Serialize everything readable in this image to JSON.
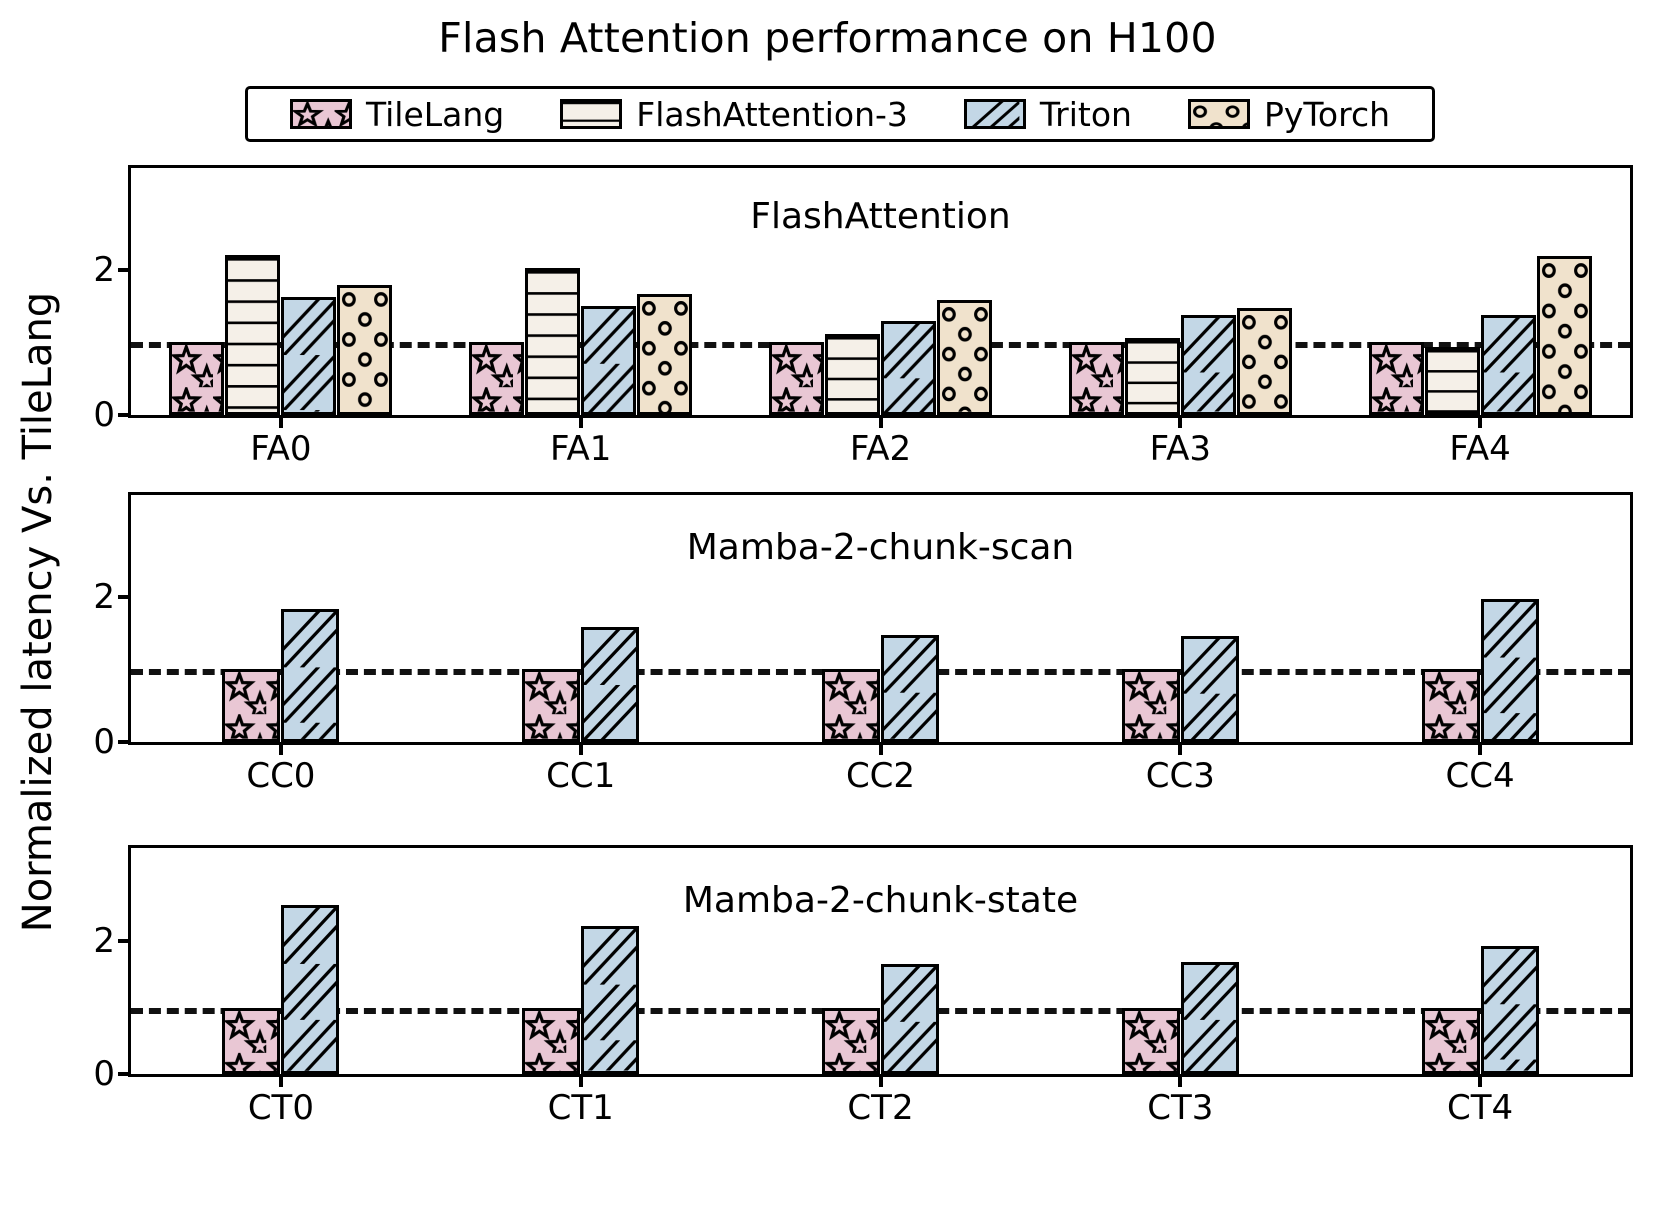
{
  "title": "Flash Attention performance on H100",
  "axis": {
    "ylabel": "Normalized latency Vs. TileLang",
    "yticks": [
      "0",
      "2"
    ],
    "baseline_value": 1.0
  },
  "legend": {
    "items": [
      {
        "label": "TileLang",
        "color": "#e9c7d4",
        "hatch": "star"
      },
      {
        "label": "FlashAttention-3",
        "color": "#f5f0e8",
        "hatch": "hline"
      },
      {
        "label": "Triton",
        "color": "#c3d7e6",
        "hatch": "diag"
      },
      {
        "label": "PyTorch",
        "color": "#f0e2cc",
        "hatch": "dots"
      }
    ]
  },
  "chart_data": [
    {
      "type": "bar",
      "title": "FlashAttention",
      "xlabel": "",
      "ylabel": "Normalized latency Vs. TileLang",
      "categories": [
        "FA0",
        "FA1",
        "FA2",
        "FA3",
        "FA4"
      ],
      "ylim": [
        0,
        3.4
      ],
      "yticks": [
        0,
        2
      ],
      "grid": false,
      "legend_position": "figure-top",
      "baseline": 1.0,
      "series": [
        {
          "name": "TileLang",
          "color": "#e9c7d4",
          "hatch": "star",
          "values": [
            1.0,
            1.0,
            1.0,
            1.0,
            1.0
          ]
        },
        {
          "name": "FlashAttention-3",
          "color": "#f5f0e8",
          "hatch": "hline",
          "values": [
            2.2,
            2.02,
            1.11,
            1.06,
            0.94
          ]
        },
        {
          "name": "Triton",
          "color": "#c3d7e6",
          "hatch": "diag",
          "values": [
            1.62,
            1.5,
            1.3,
            1.37,
            1.37
          ]
        },
        {
          "name": "PyTorch",
          "color": "#f0e2cc",
          "hatch": "dots",
          "values": [
            1.79,
            1.67,
            1.58,
            1.47,
            2.19
          ]
        }
      ]
    },
    {
      "type": "bar",
      "title": "Mamba-2-chunk-scan",
      "xlabel": "",
      "ylabel": "Normalized latency Vs. TileLang",
      "categories": [
        "CC0",
        "CC1",
        "CC2",
        "CC3",
        "CC4"
      ],
      "ylim": [
        0,
        3.4
      ],
      "yticks": [
        0,
        2
      ],
      "grid": false,
      "legend_position": "figure-top",
      "baseline": 1.0,
      "series": [
        {
          "name": "TileLang",
          "color": "#e9c7d4",
          "hatch": "star",
          "values": [
            1.0,
            1.0,
            1.0,
            1.0,
            1.0
          ]
        },
        {
          "name": "Triton",
          "color": "#c3d7e6",
          "hatch": "diag",
          "values": [
            1.83,
            1.59,
            1.47,
            1.46,
            1.97
          ]
        }
      ]
    },
    {
      "type": "bar",
      "title": "Mamba-2-chunk-state",
      "xlabel": "",
      "ylabel": "Normalized latency Vs. TileLang",
      "categories": [
        "CT0",
        "CT1",
        "CT2",
        "CT3",
        "CT4"
      ],
      "ylim": [
        0,
        3.4
      ],
      "yticks": [
        0,
        2
      ],
      "grid": false,
      "legend_position": "figure-top",
      "baseline": 1.0,
      "series": [
        {
          "name": "TileLang",
          "color": "#e9c7d4",
          "hatch": "star",
          "values": [
            1.0,
            1.0,
            1.0,
            1.0,
            1.0
          ]
        },
        {
          "name": "Triton",
          "color": "#c3d7e6",
          "hatch": "diag",
          "values": [
            2.54,
            2.22,
            1.66,
            1.69,
            1.92
          ]
        }
      ]
    }
  ]
}
